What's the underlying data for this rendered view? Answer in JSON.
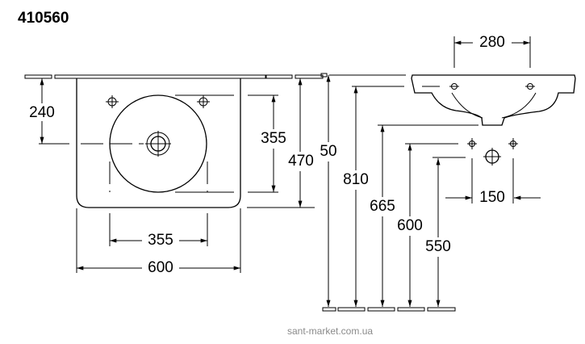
{
  "title": "410560",
  "watermark": "sant-market.com.ua",
  "top_view": {
    "dim_240": "240",
    "dim_355_vertical": "355",
    "dim_470": "470",
    "dim_355_horizontal": "355",
    "dim_600": "600"
  },
  "side_view": {
    "dim_280": "280",
    "dim_850": "50",
    "dim_810": "810",
    "dim_665": "665",
    "dim_600": "600",
    "dim_550": "550",
    "dim_150": "150"
  }
}
